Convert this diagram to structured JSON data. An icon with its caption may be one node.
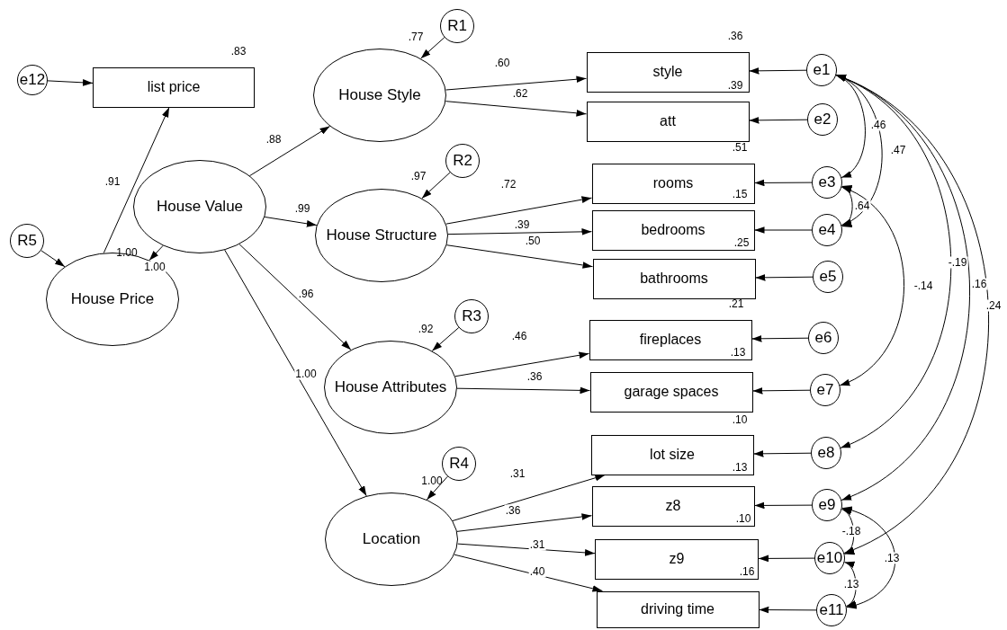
{
  "diagram": {
    "nodes": [
      {
        "text": [
          "e12"
        ]
      },
      {
        "text": [
          "list price"
        ]
      },
      {
        "text": [
          "R5"
        ]
      },
      {
        "text": [
          "House Price"
        ]
      },
      {
        "text": [
          "House Value"
        ]
      },
      {
        "text": [
          "R1"
        ]
      },
      {
        "text": [
          "House Style"
        ]
      },
      {
        "text": [
          "R2"
        ]
      },
      {
        "text": [
          "House Structure"
        ]
      },
      {
        "text": [
          "R3"
        ]
      },
      {
        "text": [
          "House Attributes"
        ]
      },
      {
        "text": [
          "R4"
        ]
      },
      {
        "text": [
          "Location"
        ]
      },
      {
        "text": [
          "style"
        ]
      },
      {
        "text": [
          "att"
        ]
      },
      {
        "text": [
          "rooms"
        ]
      },
      {
        "text": [
          "bedrooms"
        ]
      },
      {
        "text": [
          "bathrooms"
        ]
      },
      {
        "text": [
          "fireplaces"
        ]
      },
      {
        "text": [
          "garage spaces"
        ]
      },
      {
        "text": [
          "lot size"
        ]
      },
      {
        "text": [
          "z8"
        ]
      },
      {
        "text": [
          "z9"
        ]
      },
      {
        "text": [
          "driving time"
        ]
      },
      {
        "text": [
          "e1"
        ]
      },
      {
        "text": [
          "e2"
        ]
      },
      {
        "text": [
          "e3"
        ]
      },
      {
        "text": [
          "e4"
        ]
      },
      {
        "text": [
          "e5"
        ]
      },
      {
        "text": [
          "e6"
        ]
      },
      {
        "text": [
          "e7"
        ]
      },
      {
        "text": [
          "e8"
        ]
      },
      {
        "text": [
          "e9"
        ]
      },
      {
        "text": [
          "e10"
        ]
      },
      {
        "text": [
          "e11"
        ]
      }
    ],
    "edges": [
      {
        "from": 0,
        "to": 1,
        "arrow": "to"
      },
      {
        "from": 3,
        "to": 1,
        "arrow": "to",
        "label": ".91"
      },
      {
        "from": 2,
        "to": 3,
        "arrow": "to"
      },
      {
        "from": 4,
        "to": 3,
        "arrow": "to",
        "label": "1.00"
      },
      {
        "from": 4,
        "to": 6,
        "arrow": "to",
        "label": ".88"
      },
      {
        "from": 4,
        "to": 8,
        "arrow": "to",
        "label": ".99"
      },
      {
        "from": 4,
        "to": 10,
        "arrow": "to",
        "label": ".96"
      },
      {
        "from": 4,
        "to": 12,
        "arrow": "to",
        "label": "1.00"
      },
      {
        "from": 5,
        "to": 6,
        "arrow": "to"
      },
      {
        "from": 7,
        "to": 8,
        "arrow": "to"
      },
      {
        "from": 9,
        "to": 10,
        "arrow": "to"
      },
      {
        "from": 11,
        "to": 12,
        "arrow": "to"
      },
      {
        "from": 6,
        "to": 13,
        "arrow": "to",
        "label": ".60"
      },
      {
        "from": 6,
        "to": 14,
        "arrow": "to",
        "label": ".62"
      },
      {
        "from": 8,
        "to": 15,
        "arrow": "to",
        "label": ".72"
      },
      {
        "from": 8,
        "to": 16,
        "arrow": "to",
        "label": ".39"
      },
      {
        "from": 8,
        "to": 17,
        "arrow": "to",
        "label": ".50"
      },
      {
        "from": 10,
        "to": 18,
        "arrow": "to",
        "label": ".46"
      },
      {
        "from": 10,
        "to": 19,
        "arrow": "to",
        "label": ".36"
      },
      {
        "from": 12,
        "to": 20,
        "arrow": "to",
        "label": ".31"
      },
      {
        "from": 12,
        "to": 21,
        "arrow": "to",
        "label": ".36"
      },
      {
        "from": 12,
        "to": 22,
        "arrow": "to",
        "label": ".31"
      },
      {
        "from": 12,
        "to": 23,
        "arrow": "to",
        "label": ".40"
      },
      {
        "from": 24,
        "to": 13,
        "arrow": "to"
      },
      {
        "from": 25,
        "to": 14,
        "arrow": "to"
      },
      {
        "from": 26,
        "to": 15,
        "arrow": "to"
      },
      {
        "from": 27,
        "to": 16,
        "arrow": "to"
      },
      {
        "from": 28,
        "to": 17,
        "arrow": "to"
      },
      {
        "from": 29,
        "to": 18,
        "arrow": "to"
      },
      {
        "from": 30,
        "to": 19,
        "arrow": "to"
      },
      {
        "from": 31,
        "to": 20,
        "arrow": "to"
      },
      {
        "from": 32,
        "to": 21,
        "arrow": "to"
      },
      {
        "from": 33,
        "to": 22,
        "arrow": "to"
      },
      {
        "from": 34,
        "to": 23,
        "arrow": "to"
      },
      {
        "from": 24,
        "to": 26,
        "arrow": "both",
        "label": ".46"
      },
      {
        "from": 24,
        "to": 27,
        "arrow": "both",
        "label": ".47"
      },
      {
        "from": 26,
        "to": 27,
        "arrow": "both",
        "label": ".64"
      },
      {
        "from": 26,
        "to": 30,
        "arrow": "both",
        "label": "-.14"
      },
      {
        "from": 24,
        "to": 31,
        "arrow": "both",
        "label": "-.19"
      },
      {
        "from": 24,
        "to": 32,
        "arrow": "both",
        "label": ".16"
      },
      {
        "from": 24,
        "to": 33,
        "arrow": "both",
        "label": ".24"
      },
      {
        "from": 32,
        "to": 33,
        "arrow": "both",
        "label": "-.18"
      },
      {
        "from": 32,
        "to": 34,
        "arrow": "both",
        "label": ".13"
      },
      {
        "from": 33,
        "to": 34,
        "arrow": "both",
        "label": ".13"
      }
    ],
    "labels": [
      ".83",
      ".77",
      ".36",
      ".39",
      ".97",
      ".51",
      ".15",
      ".25",
      "1.00",
      ".21",
      ".92",
      ".13",
      ".10",
      "1.00",
      ".13",
      ".10",
      ".16"
    ]
  }
}
